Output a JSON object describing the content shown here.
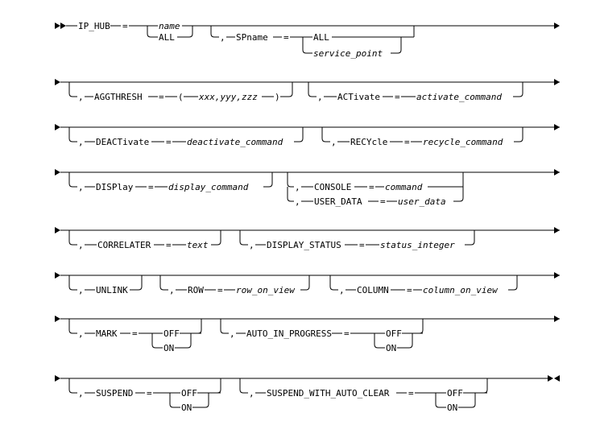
{
  "keywords": {
    "ip_hub": "IP_HUB",
    "name": "name",
    "all": "ALL",
    "spname": "SPname",
    "service_point": "service_point",
    "aggthresh": "AGGTHRESH",
    "aggthresh_open": "(",
    "aggthresh_value": "xxx,yyy,zzz",
    "aggthresh_close": ")",
    "activate": "ACTivate",
    "activate_command": "activate_command",
    "deactivate": "DEACTivate",
    "deactivate_command": "deactivate_command",
    "recycle": "RECYcle",
    "recycle_command": "recycle_command",
    "display": "DISPlay",
    "display_command": "display_command",
    "console": "CONSOLE",
    "command": "command",
    "user_data": "USER_DATA",
    "user_data_var": "user_data",
    "correlater": "CORRELATER",
    "text": "text",
    "display_status": "DISPLAY_STATUS",
    "status_integer": "status_integer",
    "unlink": "UNLINK",
    "row": "ROW",
    "row_on_view": "row_on_view",
    "column": "COLUMN",
    "column_on_view": "column_on_view",
    "mark": "MARK",
    "off": "OFF",
    "on": "ON",
    "auto_in_progress": "AUTO_IN_PROGRESS",
    "suspend": "SUSPEND",
    "suspend_with_auto_clear": "SUSPEND_WITH_AUTO_CLEAR"
  },
  "symbols": {
    "equals": "=",
    "comma": ","
  }
}
